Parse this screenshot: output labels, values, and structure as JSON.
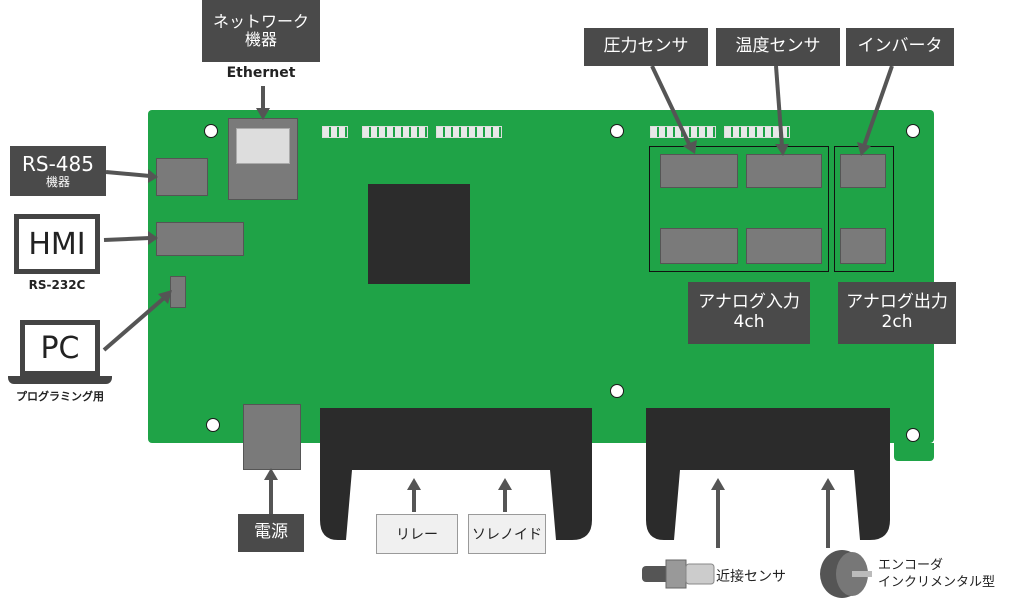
{
  "labels": {
    "network": "ネットワーク\n機器",
    "ethernet": "Ethernet",
    "pressure_sensor": "圧力センサ",
    "temperature_sensor": "温度センサ",
    "inverter": "インバータ",
    "rs485": "RS-485",
    "rs485_device": "機器",
    "hmi": "HMI",
    "rs232c": "RS-232C",
    "pc": "PC",
    "programming": "プログラミング用",
    "analog_in": "アナログ入力",
    "analog_in_ch": "4ch",
    "analog_out": "アナログ出力",
    "analog_out_ch": "2ch",
    "power": "電源",
    "relay": "リレー",
    "solenoid": "ソレノイド",
    "proximity_sensor": "近接センサ",
    "encoder_line1": "エンコーダ",
    "encoder_line2": "インクリメンタル型"
  },
  "colors": {
    "board": "#1fa347",
    "label_bg": "#4a4a4a",
    "chip": "#7a7a7a"
  }
}
